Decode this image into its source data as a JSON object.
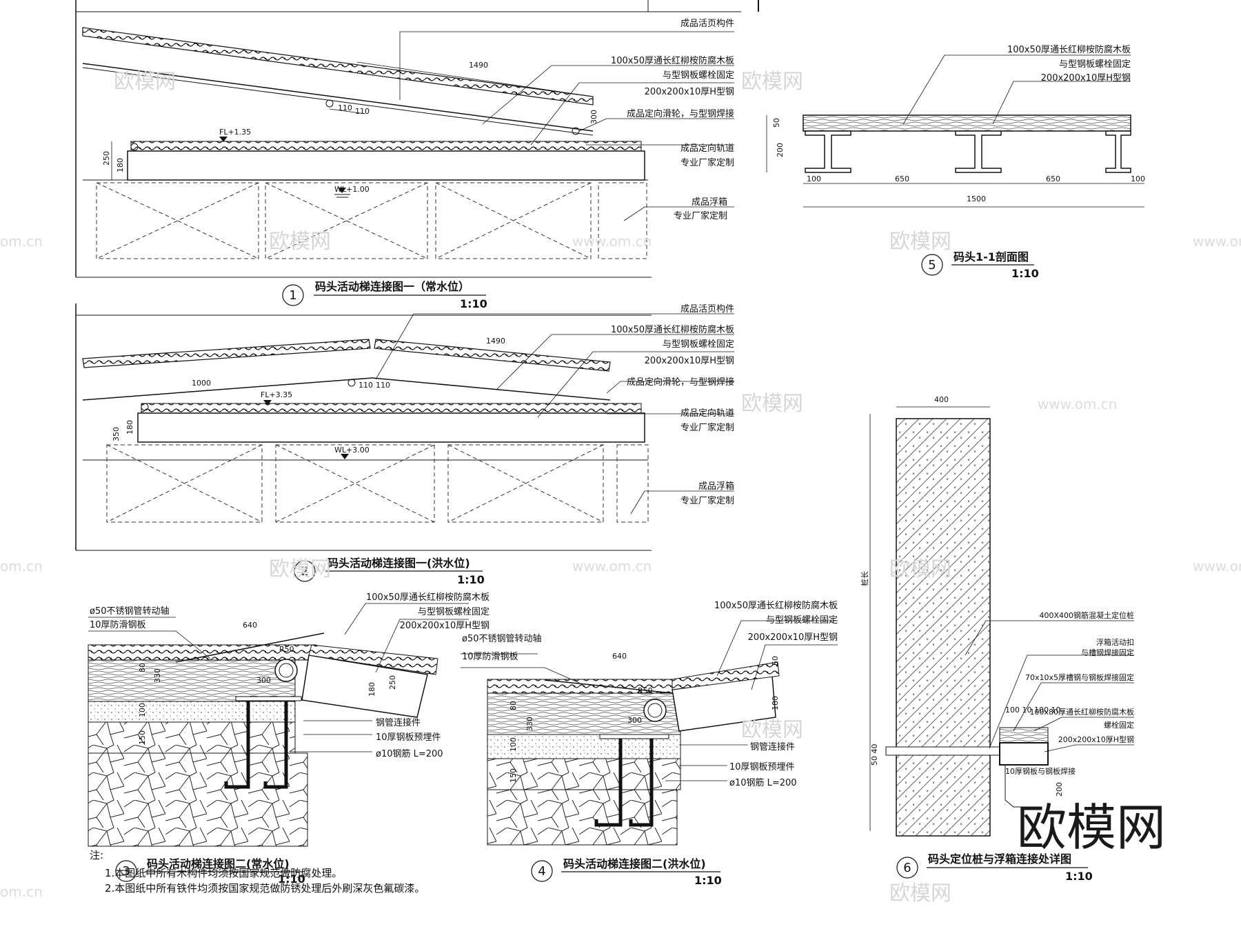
{
  "labels": {
    "hinge": "成品活页构件",
    "board": "100x50厚通长红柳桉防腐木板",
    "bolt": "与型钢板螺栓固定",
    "hsteel": "200x200x10厚H型钢",
    "pulley": "成品定向滑轮，与型钢焊接",
    "track": "成品定向轨道",
    "factory": "专业厂家定制",
    "float": "成品浮箱",
    "shaft": "ø50不锈钢管转动轴",
    "antislip": "10厚防滑钢板",
    "pipejoint": "钢管连接件",
    "embed": "10厚钢板预埋件",
    "rebar": "ø10钢筋 L=200",
    "pile": "400X400钢筋混凝土定位桩",
    "guide1": "浮箱活动扣",
    "guide2": "与槽钢焊接固定",
    "channel": "70x10x5厚槽钢与钢板焊接固定",
    "board80": "100x80厚通长红柳桉防腐木板",
    "boltfix": "螺栓固定",
    "hsteel2": "200x200x10厚H型钢",
    "plate10": "10厚钢板与钢板焊接",
    "fl1": "FL+1.35",
    "wl1": "WL+1.00",
    "fl2": "FL+3.35",
    "wl2": "WL+3.00",
    "pilelen": "桩长"
  },
  "titles": {
    "t1": "码头活动梯连接图一（常水位）",
    "t2": "码头活动梯连接图一(洪水位)",
    "t3": "码头活动梯连接图二(常水位)",
    "t4": "码头活动梯连接图二(洪水位)",
    "t5": "码头1-1剖面图",
    "t6": "码头定位桩与浮箱连接处详图",
    "scale": "1:10",
    "n1": "1",
    "n2": "2",
    "n3": "3",
    "n4": "4",
    "n5": "5",
    "n6": "6"
  },
  "dims": {
    "d1490": "1490",
    "d110": "110",
    "d1000": "1000",
    "d250": "250",
    "d180": "180",
    "d10": "10",
    "d350": "350",
    "d100": "100",
    "d300": "300",
    "d50": "50",
    "d200": "200",
    "d650": "650",
    "d1500": "1500",
    "d640": "640",
    "d330": "330",
    "d80": "80",
    "d150": "150",
    "d400": "400",
    "dR50": "R50",
    "d100row": "100 10 100 10",
    "d50_40": "50 40"
  },
  "notes": {
    "head": "注:",
    "n1": "1.本图纸中所有木构件均须按国家规范做防腐处理。",
    "n2": "2.本图纸中所有铁件均须按国家规范做防锈处理后外刷深灰色氟碳漆。"
  },
  "watermarks": {
    "brand": "欧模网",
    "site": "www.om.cn",
    "site2": "om.cn"
  }
}
